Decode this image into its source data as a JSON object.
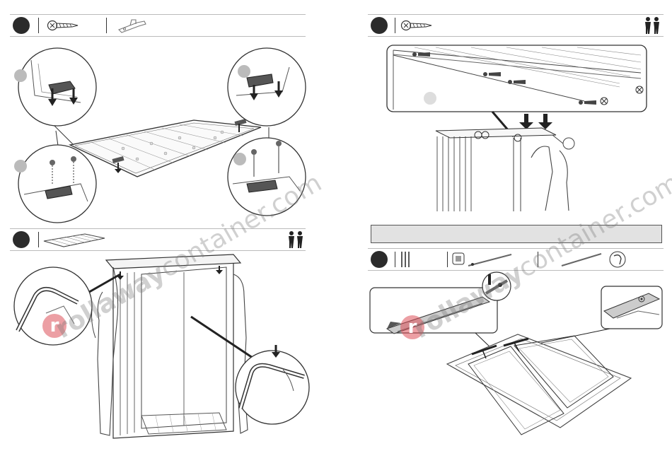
{
  "watermark": {
    "bold": "rollaway",
    "light": "container.com",
    "logo_letter": "r"
  },
  "icons": {
    "step_a_parts": [
      "screw-icon",
      "bracket-icon"
    ],
    "step_b_parts": [
      "roof-panel-icon",
      "two-people-icon"
    ],
    "step_c_parts": [
      "screw-icon",
      "two-people-icon"
    ],
    "step_d_parts": [
      "rod-icon",
      "clip-icon",
      "long-rod-icon",
      "hook-icon"
    ]
  },
  "colors": {
    "line": "#333333",
    "rule": "#bbbbbb",
    "step_circle": "#2b2b2b",
    "grey_bar": "#e2e2e2"
  }
}
